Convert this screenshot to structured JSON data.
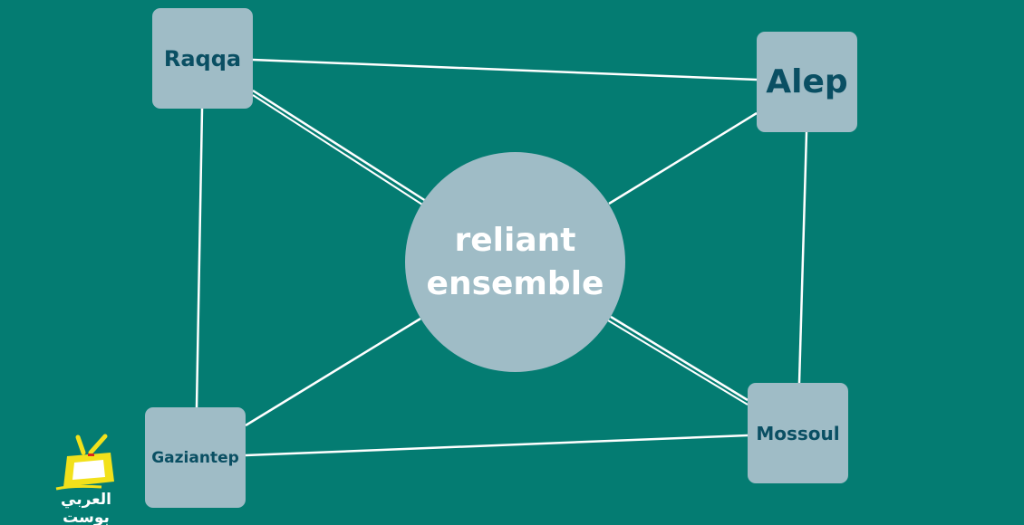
{
  "diagram": {
    "center": {
      "line1": "reliant",
      "line2": "ensemble"
    },
    "nodes": {
      "raqqa": "Raqqa",
      "alep": "Alep",
      "gaziantep": "Gaziantep",
      "mossoul": "Mossoul"
    },
    "edges": [
      [
        "raqqa",
        "alep"
      ],
      [
        "raqqa",
        "gaziantep"
      ],
      [
        "alep",
        "mossoul"
      ],
      [
        "gaziantep",
        "mossoul"
      ],
      [
        "raqqa",
        "center"
      ],
      [
        "alep",
        "center"
      ],
      [
        "gaziantep",
        "center"
      ],
      [
        "mossoul",
        "center"
      ]
    ]
  },
  "logo": {
    "text": "العربي بوست",
    "icon": "tv-icon"
  },
  "colors": {
    "background": "#047c72",
    "node_fill": "#9fbcc6",
    "node_text": "#0a4f63",
    "center_text": "#ffffff",
    "edge": "#ffffff",
    "logo_yellow": "#f2e11b"
  }
}
